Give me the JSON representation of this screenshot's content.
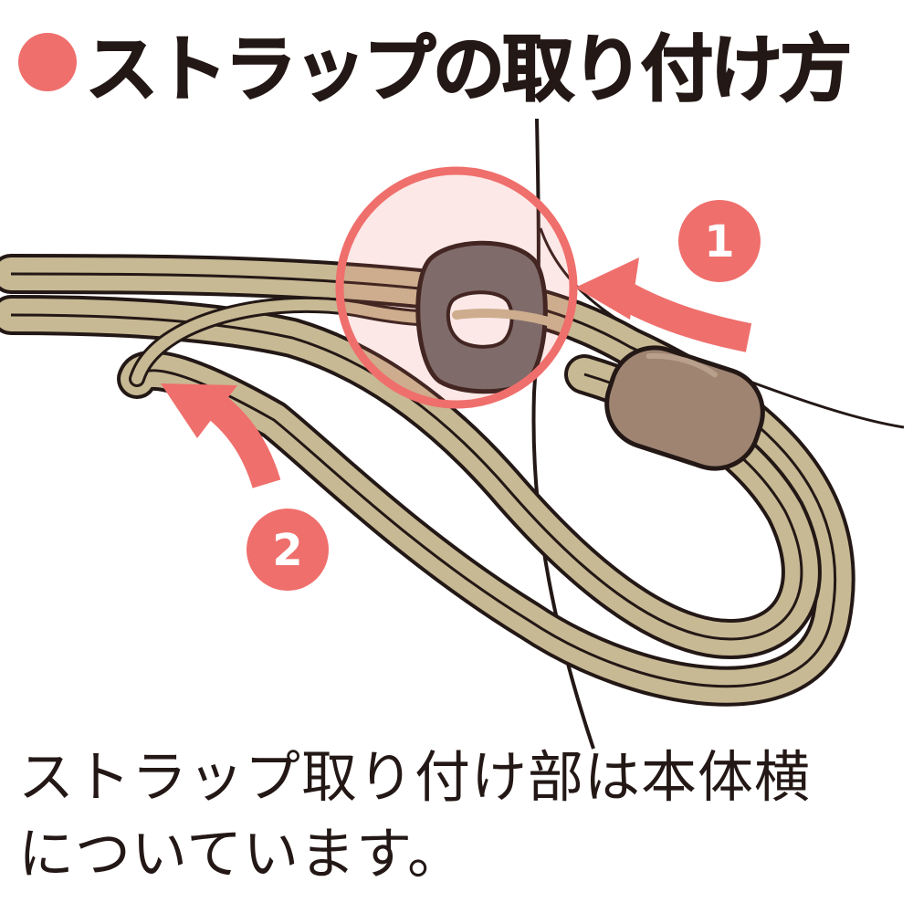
{
  "title": {
    "bullet": "●",
    "text": "ストラップの取り付け方",
    "bullet_color": "#ef6f6c"
  },
  "steps": [
    {
      "number": "1"
    },
    {
      "number": "2"
    }
  ],
  "caption": {
    "line1": "ストラップ取り付け部は本体横",
    "line2": "についています。"
  },
  "colors": {
    "accent": "#ef6f6c",
    "cord_fill": "#c7b994",
    "cord_outline": "#231815",
    "lug": "#6b6b6b",
    "bead": "#9e8471",
    "text": "#231815"
  }
}
